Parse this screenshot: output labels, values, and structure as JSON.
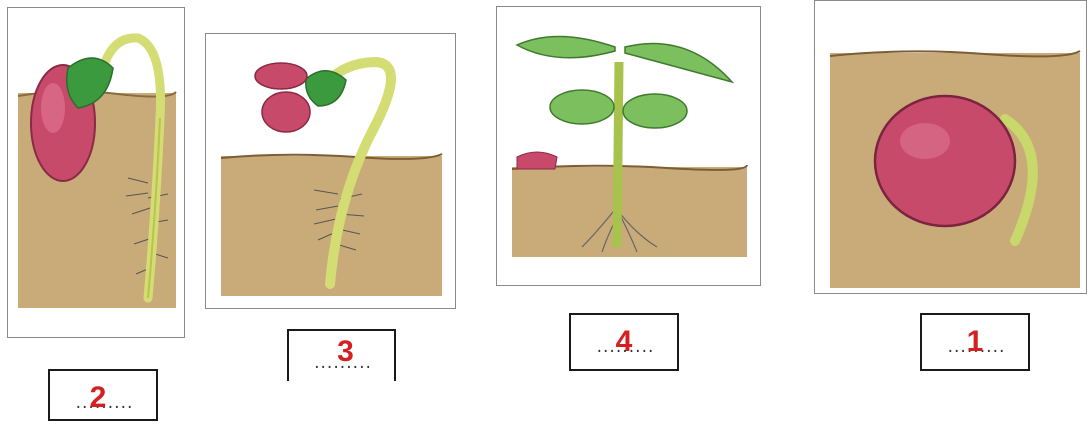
{
  "stages": [
    {
      "id": "panel-a",
      "answer": "2",
      "placeholder": "........."
    },
    {
      "id": "panel-b",
      "answer": "3",
      "placeholder": "........."
    },
    {
      "id": "panel-c",
      "answer": "4",
      "placeholder": "........."
    },
    {
      "id": "panel-d",
      "answer": "1",
      "placeholder": "........."
    }
  ],
  "colors": {
    "soil": "#c9ab7a",
    "seed": "#c84a6a",
    "leaf": "#7cbf5e",
    "stem": "#c8d86a",
    "number": "#d32020"
  }
}
